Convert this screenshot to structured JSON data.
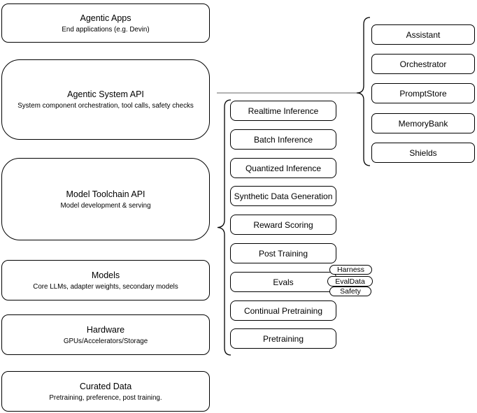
{
  "left_stack": [
    {
      "title": "Agentic Apps",
      "subtitle": "End applications (e.g. Devin)"
    },
    {
      "title": "Agentic System API",
      "subtitle": "System component orchestration, tool calls, safety checks"
    },
    {
      "title": "Model Toolchain API",
      "subtitle": "Model development & serving"
    },
    {
      "title": "Models",
      "subtitle": "Core LLMs, adapter weights, secondary models"
    },
    {
      "title": "Hardware",
      "subtitle": "GPUs/Accelerators/Storage"
    },
    {
      "title": "Curated Data",
      "subtitle": "Pretraining, preference, post training."
    }
  ],
  "toolchain_items": [
    "Realtime Inference",
    "Batch Inference",
    "Quantized Inference",
    "Synthetic Data Generation",
    "Reward Scoring",
    "Post Training",
    "Evals",
    "Continual Pretraining",
    "Pretraining"
  ],
  "evals_tags": [
    "Harness",
    "EvalData",
    "Safety"
  ],
  "system_components": [
    "Assistant",
    "Orchestrator",
    "PromptStore",
    "MemoryBank",
    "Shields"
  ],
  "colors": {
    "stroke": "#000000",
    "fill": "#ffffff",
    "connector": "#666666"
  }
}
